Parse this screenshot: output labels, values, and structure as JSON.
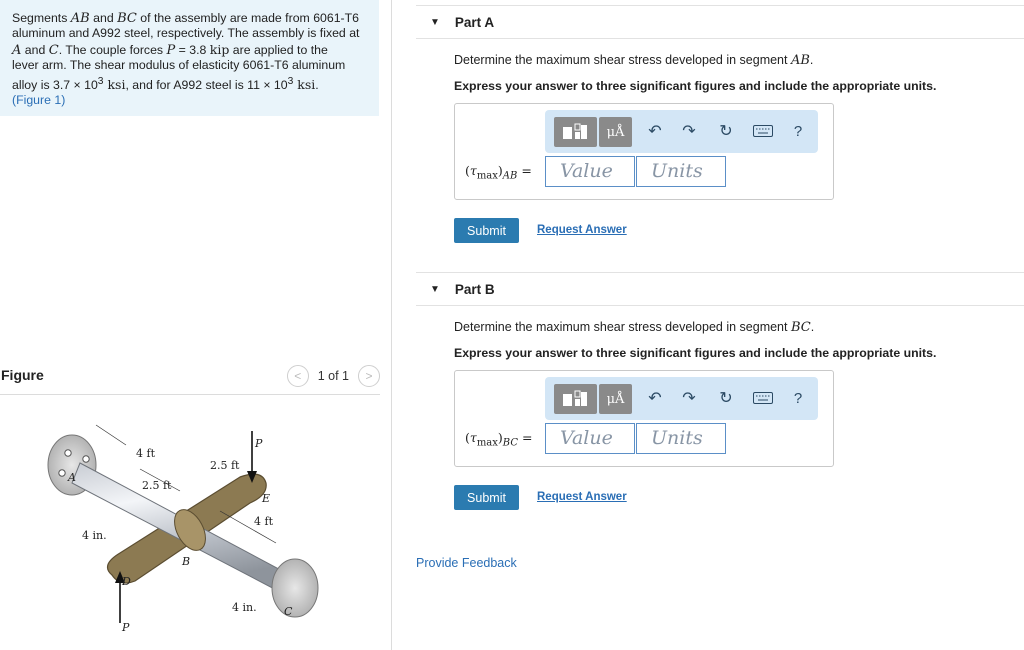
{
  "problem": {
    "line1_a": "Segments ",
    "AB": "AB",
    "line1_b": " and ",
    "BC": "BC",
    "line1_c": " of the assembly are made from 6061-T6",
    "line2": "aluminum and A992 steel, respectively. The assembly is fixed at",
    "A": "A",
    "line3_a": " and ",
    "C": "C",
    "line3_b": ". The couple forces ",
    "P": "P",
    "line3_c": " = 3.8 ",
    "kip": "kip",
    "line3_d": " are applied to the",
    "line4": "lever arm. The shear modulus of elasticity 6061-T6 aluminum",
    "line5_a": "alloy is 3.7 × 10",
    "exp1": "3",
    "ksi1": " ksi",
    "line5_b": ", and for A992 steel is 11 × 10",
    "exp2": "3",
    "ksi2": " ksi",
    "figure_link": "(Figure 1)"
  },
  "figure_panel": {
    "title": "Figure",
    "pager": {
      "prev": "<",
      "count": "1 of 1",
      "next": ">"
    },
    "labels": {
      "A": "A",
      "B": "B",
      "C": "C",
      "D": "D",
      "E": "E",
      "P_top": "P",
      "P_bottom": "P",
      "dim_4ft_a": "4 ft",
      "dim_25ft_a": "2.5 ft",
      "dim_25ft_b": "2.5 ft",
      "dim_4ft_b": "4 ft",
      "dim_4in_a": "4 in.",
      "dim_4in_b": "4 in."
    }
  },
  "toolbar": {
    "mu": "μÅ",
    "help": "?"
  },
  "parts": [
    {
      "title": "Part A",
      "question_a": "Determine the maximum shear stress developed in segment ",
      "segment": "AB",
      "instruction": "Express your answer to three significant figures and include the appropriate units.",
      "label_tau": "τ",
      "label_max": "max",
      "label_sub": "AB",
      "equals": " =",
      "value_placeholder": "Value",
      "units_placeholder": "Units",
      "submit": "Submit",
      "request": "Request Answer"
    },
    {
      "title": "Part B",
      "question_a": "Determine the maximum shear stress developed in segment ",
      "segment": "BC",
      "instruction": "Express your answer to three significant figures and include the appropriate units.",
      "label_tau": "τ",
      "label_max": "max",
      "label_sub": "BC",
      "equals": " =",
      "value_placeholder": "Value",
      "units_placeholder": "Units",
      "submit": "Submit",
      "request": "Request Answer"
    }
  ],
  "feedback": "Provide Feedback"
}
